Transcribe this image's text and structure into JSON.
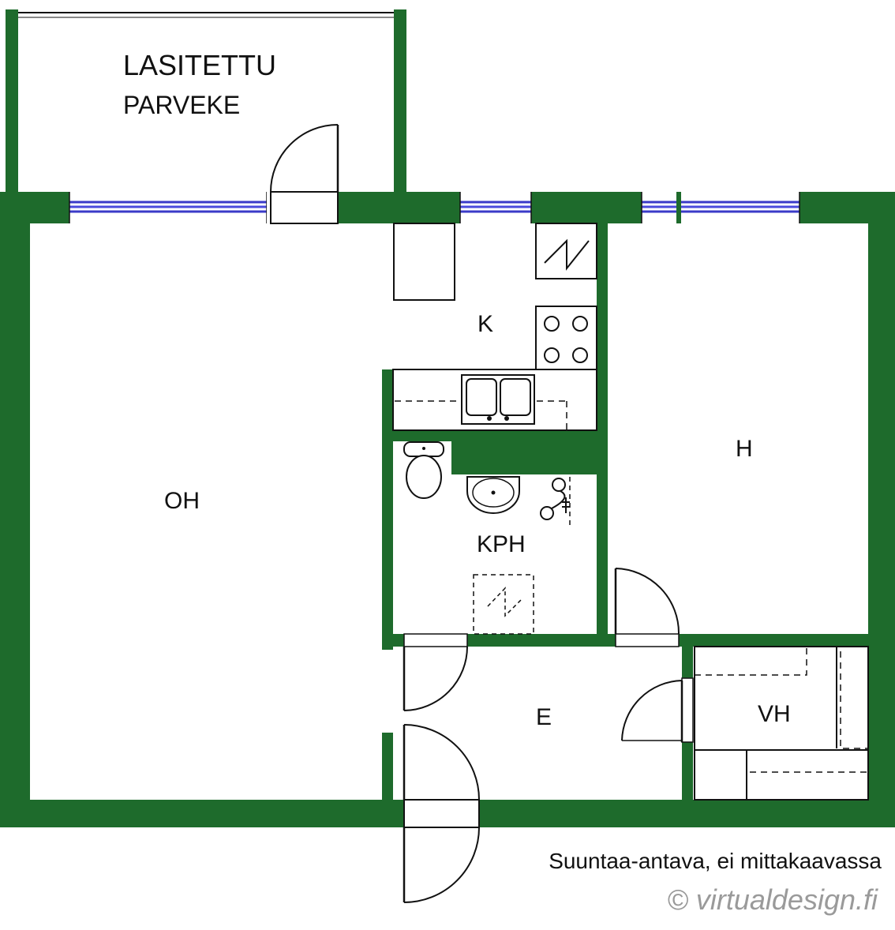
{
  "colors": {
    "wall": "#1e6b2c",
    "window": "#4a4adc",
    "line": "#111111",
    "background": "#ffffff"
  },
  "labels": {
    "balcony_line1": "LASITETTU",
    "balcony_line2": "PARVEKE",
    "kitchen": "K",
    "living_room": "OH",
    "bedroom": "H",
    "bathroom": "KPH",
    "hall": "E",
    "closet": "VH"
  },
  "footer": {
    "note": "Suuntaa-antava, ei mittakaavassa",
    "copyright": "© virtualdesign.fi"
  }
}
